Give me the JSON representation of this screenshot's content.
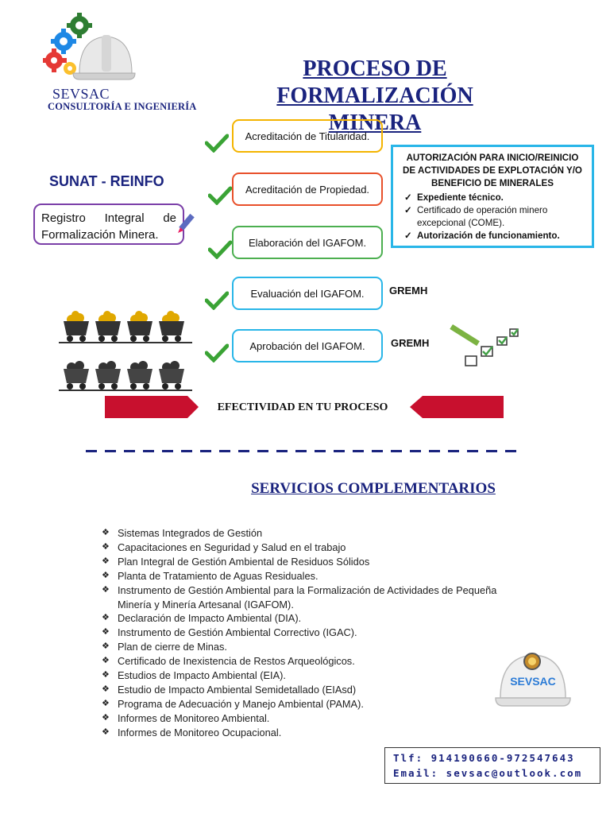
{
  "brand": {
    "name": "SEVSAC",
    "subtitle": "CONSULTORÍA E INGENIERÍA",
    "helmet_text": "SEVSAC"
  },
  "title": {
    "line1": "PROCESO DE FORMALIZACIÓN",
    "line2": "MINERA"
  },
  "left": {
    "heading": "SUNAT - REINFO",
    "box_text": "Registro Integral de Formalización Minera."
  },
  "steps": [
    {
      "label": "Acreditación de Titularidad.",
      "color": "#f4b400"
    },
    {
      "label": "Acreditación de Propiedad.",
      "color": "#e8502a"
    },
    {
      "label": "Elaboración del IGAFOM.",
      "color": "#4caf50"
    },
    {
      "label": "Evaluación del IGAFOM.",
      "color": "#29b6e8"
    },
    {
      "label": "Aprobación del IGAFOM.",
      "color": "#29b6e8"
    }
  ],
  "authorization": {
    "title": "AUTORIZACIÓN PARA INICIO/REINICIO DE ACTIVIDADES DE EXPLOTACIÓN Y/O BENEFICIO DE MINERALES",
    "items": [
      "Expediente técnico.",
      "Certificado de operación minero excepcional (COME).",
      "Autorización de funcionamiento."
    ]
  },
  "gremh": [
    "GREMH",
    "GREMH"
  ],
  "effectiveness": "EFECTIVIDAD EN TU PROCESO",
  "services": {
    "title": "SERVICIOS COMPLEMENTARIOS",
    "items": [
      "Sistemas Integrados de Gestión",
      "Capacitaciones en Seguridad y Salud en el trabajo",
      "Plan Integral de Gestión Ambiental de Residuos Sólidos",
      "Planta de Tratamiento de Aguas Residuales.",
      "Instrumento de Gestión Ambiental para la Formalización de Actividades de Pequeña Minería y Minería Artesanal (IGAFOM).",
      "Declaración de Impacto Ambiental (DIA).",
      "Instrumento de Gestión Ambiental Correctivo (IGAC).",
      "Plan de cierre de Minas.",
      "Certificado de Inexistencia de Restos Arqueológicos.",
      "Estudios de Impacto Ambiental (EIA).",
      "Estudio de Impacto Ambiental Semidetallado (EIAsd)",
      "Programa de Adecuación y Manejo Ambiental (PAMA).",
      "Informes de Monitoreo Ambiental.",
      "Informes de Monitoreo Ocupacional."
    ]
  },
  "contact": {
    "phone": "Tlf: 914190660-972547643",
    "email": "Email: sevsac@outlook.com"
  },
  "colors": {
    "navy": "#1a237e",
    "purple": "#7b3fa8",
    "cyan": "#29b6e8",
    "red_arrow": "#c8102e",
    "check_green": "#3aa335"
  }
}
